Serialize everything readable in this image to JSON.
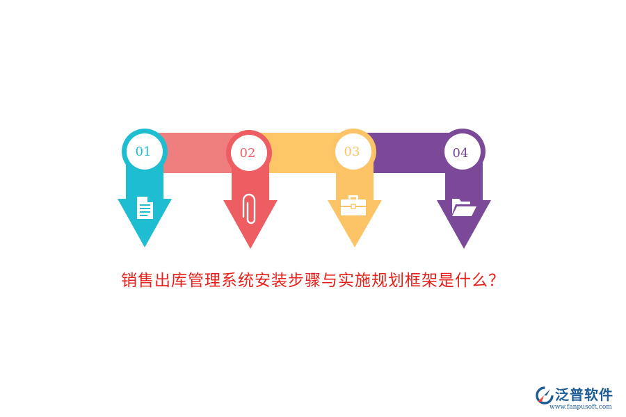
{
  "colors": {
    "step1": "#1fbdd1",
    "step2": "#ee5d61",
    "step3": "#fcc466",
    "step4": "#7c4898",
    "band1": "#ef7e7e",
    "band2": "#fdc767",
    "band3": "#7c4898",
    "title": "#e6201a",
    "logo": "#1d5c95"
  },
  "steps": [
    {
      "number": "01",
      "icon": "document-icon"
    },
    {
      "number": "02",
      "icon": "paperclip-icon"
    },
    {
      "number": "03",
      "icon": "briefcase-icon"
    },
    {
      "number": "04",
      "icon": "folder-icon"
    }
  ],
  "title": "销售出库管理系统安装步骤与实施规划框架是什么？",
  "logo": {
    "name": "泛普软件",
    "url": "www.fanpusoft.com"
  }
}
